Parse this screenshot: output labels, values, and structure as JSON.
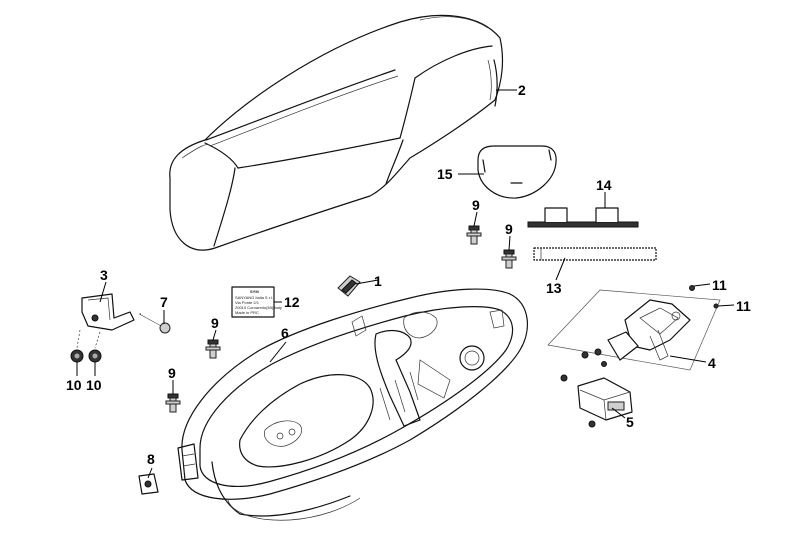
{
  "diagram": {
    "callouts": [
      {
        "id": "c1",
        "label": "1"
      },
      {
        "id": "c2",
        "label": "2"
      },
      {
        "id": "c3",
        "label": "3"
      },
      {
        "id": "c4",
        "label": "4"
      },
      {
        "id": "c5",
        "label": "5"
      },
      {
        "id": "c6",
        "label": "6"
      },
      {
        "id": "c7",
        "label": "7"
      },
      {
        "id": "c8",
        "label": "8"
      },
      {
        "id": "c9a",
        "label": "9"
      },
      {
        "id": "c9b",
        "label": "9"
      },
      {
        "id": "c9c",
        "label": "9"
      },
      {
        "id": "c9d",
        "label": "9"
      },
      {
        "id": "c10a",
        "label": "10"
      },
      {
        "id": "c10b",
        "label": "10"
      },
      {
        "id": "c11a",
        "label": "11"
      },
      {
        "id": "c11b",
        "label": "11"
      },
      {
        "id": "c12",
        "label": "12"
      },
      {
        "id": "c13",
        "label": "13"
      },
      {
        "id": "c14",
        "label": "14"
      },
      {
        "id": "c15",
        "label": "15"
      }
    ],
    "sticker": {
      "brand": "SYM",
      "lines": [
        "SANYANG Italia S.r.l.",
        "Via Ponte 2/1",
        "20010 Cornaredo(MI) Italy",
        "Made in PRC"
      ]
    }
  }
}
